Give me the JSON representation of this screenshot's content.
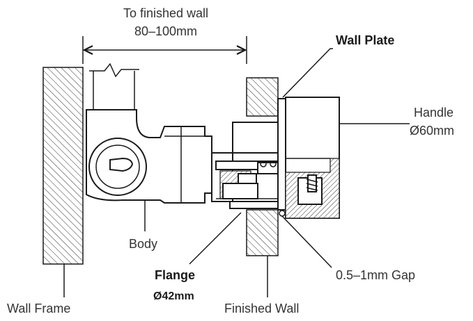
{
  "labels": {
    "dimension_top": "To finished wall",
    "dimension_value": "80–100mm",
    "wall_plate": "Wall Plate",
    "handle": "Handle",
    "handle_dim": "Ø60mm",
    "body": "Body",
    "flange": "Flange",
    "flange_dim": "Ø42mm",
    "gap": "0.5–1mm Gap",
    "wall_frame": "Wall Frame",
    "finished_wall": "Finished Wall"
  },
  "colors": {
    "line": "#1a1a1a",
    "text": "#333333",
    "background": "#ffffff"
  }
}
